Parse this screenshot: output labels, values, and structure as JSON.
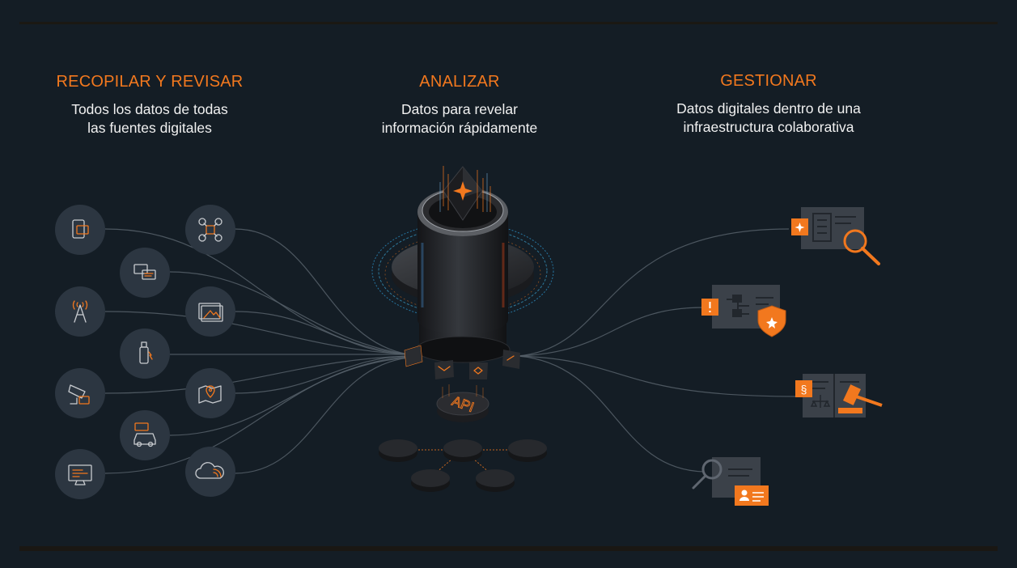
{
  "columns": [
    {
      "title": "RECOPILAR Y REVISAR",
      "desc_lines": [
        "Todos los datos de todas",
        "las fuentes digitales"
      ]
    },
    {
      "title": "ANALIZAR",
      "desc_lines": [
        "Datos para revelar",
        "información rápidamente"
      ]
    },
    {
      "title": "GESTIONAR",
      "desc_lines": [
        "Datos digitales dentro de una",
        "infraestructura colaborativa"
      ]
    }
  ],
  "hub": {
    "api_label": "API"
  },
  "sources": [
    {
      "icon": "mobile-device-icon"
    },
    {
      "icon": "drone-icon"
    },
    {
      "icon": "chat-messages-icon"
    },
    {
      "icon": "cell-tower-icon"
    },
    {
      "icon": "image-gallery-icon"
    },
    {
      "icon": "usb-drive-icon"
    },
    {
      "icon": "cctv-camera-icon"
    },
    {
      "icon": "location-map-icon"
    },
    {
      "icon": "vehicle-icon"
    },
    {
      "icon": "computer-monitor-icon"
    },
    {
      "icon": "cloud-icon"
    }
  ],
  "outputs": [
    {
      "icon": "case-search-icon"
    },
    {
      "icon": "police-badge-icon"
    },
    {
      "icon": "legal-gavel-icon"
    },
    {
      "icon": "id-card-icon"
    }
  ],
  "colors": {
    "accent": "#f2781e",
    "background": "#141d25",
    "circle": "#2c3641"
  }
}
